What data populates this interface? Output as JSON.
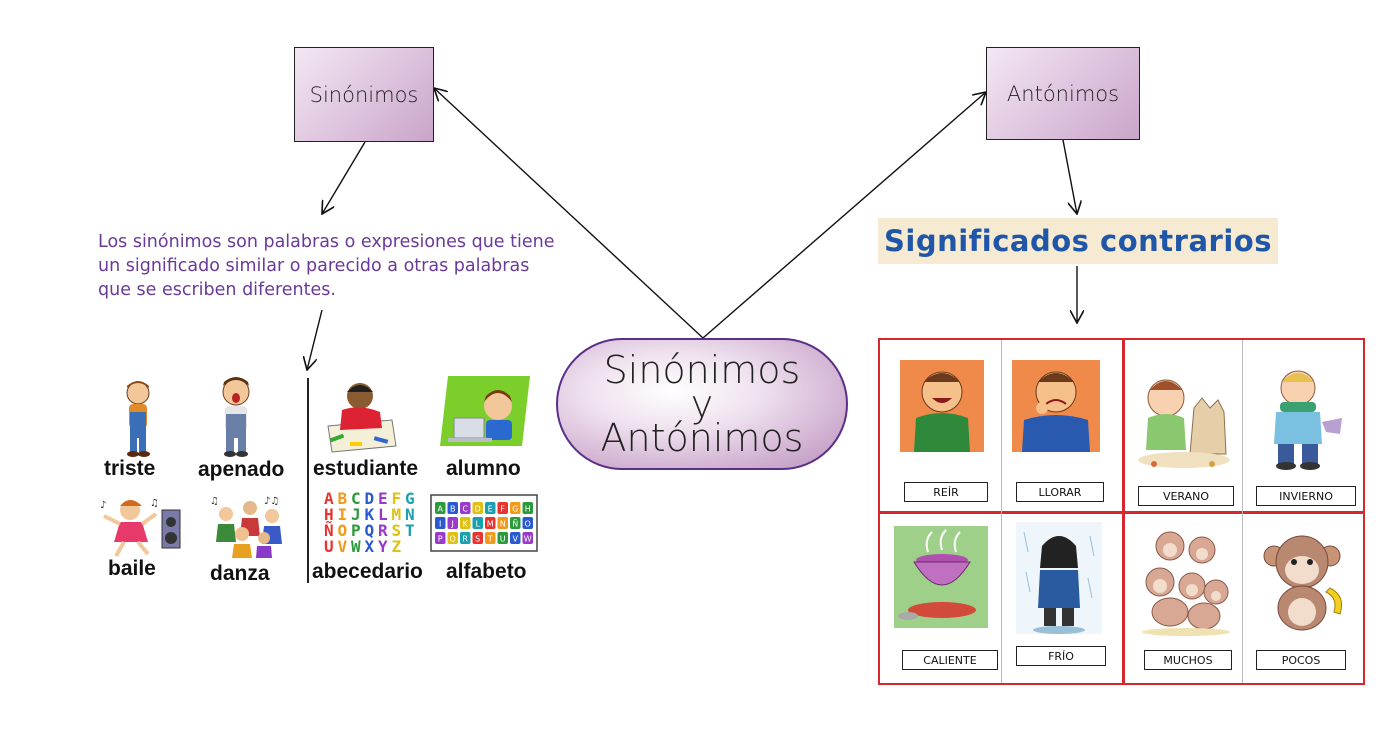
{
  "nodes": {
    "sinonimos": "Sinónimos",
    "antonimos": "Antónimos",
    "center_line1": "Sinónimos",
    "center_line2": "y",
    "center_line3": "Antónimos"
  },
  "definition": "Los sinónimos son palabras o expresiones que tiene un significado similar o parecido a otras palabras que se escriben diferentes.",
  "banner": "Significados contrarios",
  "synonym_words": [
    "triste",
    "apenado",
    "estudiante",
    "alumno",
    "baile",
    "danza",
    "abecedario",
    "alfabeto"
  ],
  "alphabet_letters": "ABCDEFGHIJKLMNÑOPQRSTUVWXYZ",
  "antonym_labels": [
    "REÍR",
    "LLORAR",
    "VERANO",
    "INVIERNO",
    "CALIENTE",
    "FRÍO",
    "MUCHOS",
    "POCOS"
  ],
  "colors": {
    "node_fill": "#d9bfd9",
    "center_border": "#5a2f8a",
    "definition_text": "#6a3a9a",
    "banner_text": "#1f56a8",
    "banner_fill": "#f6ead2",
    "grid_border": "#d7262d"
  }
}
